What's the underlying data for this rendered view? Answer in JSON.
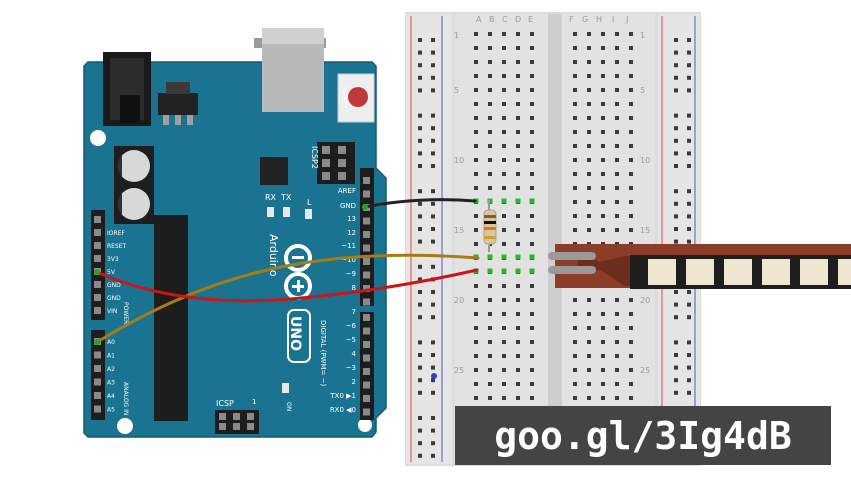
{
  "arduino": {
    "reset_label": "RESET",
    "icsp2_label": "ICSP2",
    "icsp_label": "ICSP",
    "icsp_num": "1",
    "rx_label": "RX",
    "tx_label": "TX",
    "l_label": "L",
    "on_label": "ON",
    "brand_label": "Arduino",
    "model_label": "UNO",
    "digital_label": "DIGITAL (PWM= ~)",
    "power_label": "POWER",
    "analog_label": "ANALOG IN",
    "left_header_labels": [
      "IOREF",
      "RESET",
      "3V3",
      "5V",
      "GND",
      "GND",
      "VIN"
    ],
    "analog_header_labels": [
      "A0",
      "A1",
      "A2",
      "A3",
      "A4",
      "A5"
    ],
    "right_header_labels": [
      "AREF",
      "GND",
      "13",
      "12",
      "~11",
      "~10",
      "~9",
      "8",
      "7",
      "~6",
      "~5",
      "4",
      "~3",
      "2",
      "TX0 ▶1",
      "RX0 ◀0"
    ]
  },
  "breadboard": {
    "column_letters_left": [
      "A",
      "B",
      "C",
      "D",
      "E"
    ],
    "column_letters_right": [
      "F",
      "G",
      "H",
      "I",
      "J"
    ],
    "row_numbers_left": [
      "1",
      "5",
      "10",
      "15",
      "20",
      "25"
    ],
    "row_numbers_right": [
      "1",
      "5",
      "10",
      "15",
      "20",
      "25"
    ]
  },
  "wires": {
    "gnd_color": "#222222",
    "signal_color": "#a77b16",
    "power_color": "#cc1515"
  },
  "url_text": "goo.gl/3Ig4dB"
}
